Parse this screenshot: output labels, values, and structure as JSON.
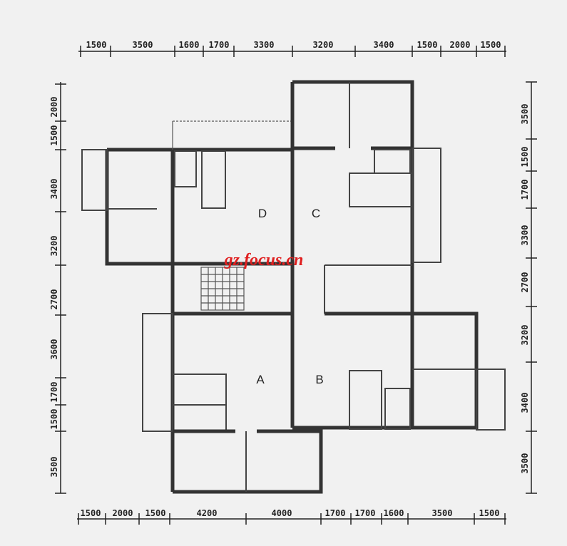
{
  "dimensions": {
    "top": [
      "1500",
      "3500",
      "1600",
      "1700",
      "3300",
      "3200",
      "3400",
      "1500",
      "2000",
      "1500"
    ],
    "bottom": [
      "1500",
      "2000",
      "1500",
      "4200",
      "4000",
      "1700",
      "1700",
      "1600",
      "3500",
      "1500"
    ],
    "left": [
      "2000",
      "1500",
      "3400",
      "3200",
      "2700",
      "3600",
      "1700",
      "1500",
      "3500"
    ],
    "right": [
      "3500",
      "1500",
      "1700",
      "3300",
      "2700",
      "3200",
      "3400",
      "3500"
    ]
  },
  "units": {
    "unit_d": "D",
    "unit_c": "C",
    "unit_a": "A",
    "unit_b": "B"
  },
  "watermark": "gz.focus.cn"
}
